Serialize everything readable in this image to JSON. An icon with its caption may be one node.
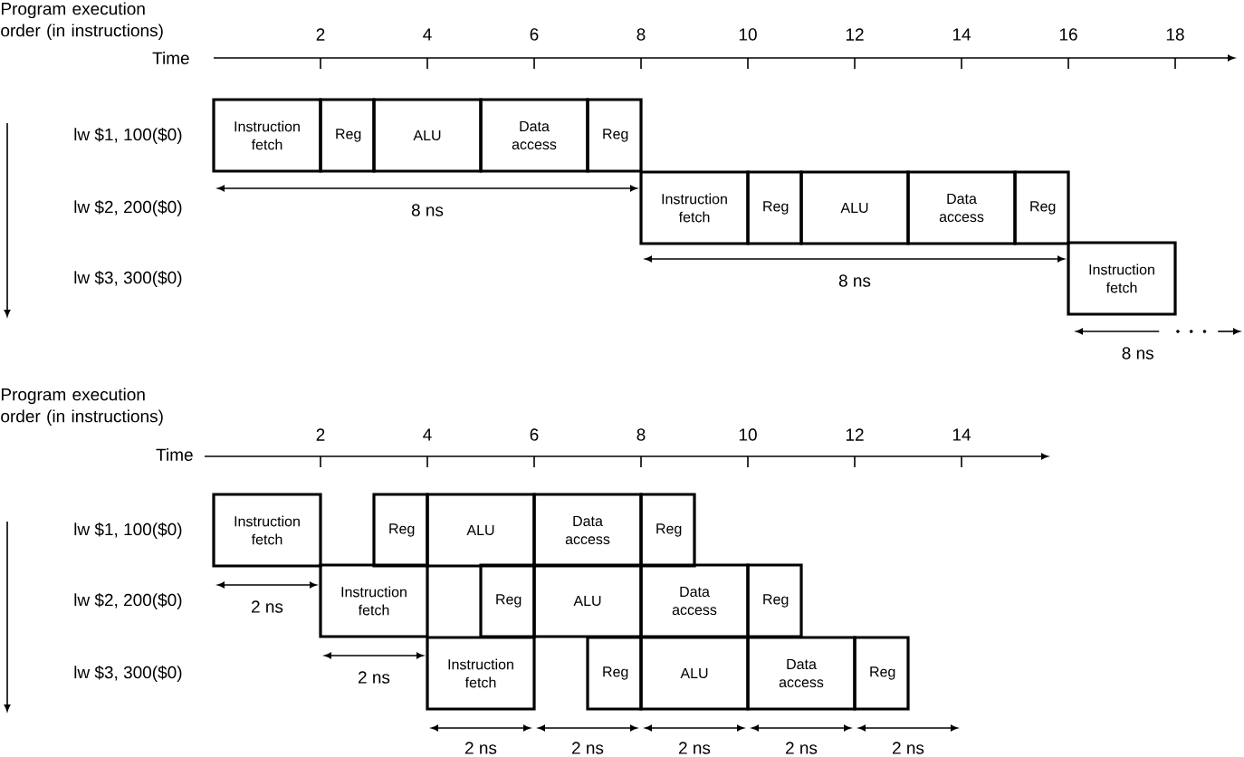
{
  "diagram": {
    "nodes": [
      {
        "text": [
          "Instruction fetch"
        ]
      },
      {
        "text": [
          "Reg"
        ]
      },
      {
        "text": [
          "ALU"
        ]
      },
      {
        "text": [
          "Data access"
        ]
      },
      {
        "text": [
          "Reg"
        ]
      },
      {
        "text": [
          "Instruction fetch"
        ]
      },
      {
        "text": [
          "Reg"
        ]
      },
      {
        "text": [
          "ALU"
        ]
      },
      {
        "text": [
          "Data access"
        ]
      },
      {
        "text": [
          "Reg"
        ]
      },
      {
        "text": [
          "Instruction fetch"
        ]
      },
      {
        "text": [
          "Instruction fetch"
        ]
      },
      {
        "text": [
          "Reg"
        ]
      },
      {
        "text": [
          "ALU"
        ]
      },
      {
        "text": [
          "Data access"
        ]
      },
      {
        "text": [
          "Reg"
        ]
      },
      {
        "text": [
          "Instruction fetch"
        ]
      },
      {
        "text": [
          "Reg"
        ]
      },
      {
        "text": [
          "ALU"
        ]
      },
      {
        "text": [
          "Data access"
        ]
      },
      {
        "text": [
          "Reg"
        ]
      },
      {
        "text": [
          "Instruction fetch"
        ]
      },
      {
        "text": [
          "Reg"
        ]
      },
      {
        "text": [
          "ALU"
        ]
      },
      {
        "text": [
          "Data access"
        ]
      },
      {
        "text": [
          "Reg"
        ]
      }
    ],
    "labels": [
      "Program execution order (in instructions)",
      "Time",
      "2",
      "4",
      "6",
      "8",
      "10",
      "12",
      "14",
      "16",
      "18",
      "lw $1, 100($0)",
      "lw $2, 200($0)",
      "lw $3, 300($0)",
      "8 ns",
      "8 ns",
      "8 ns",
      "Program execution order (in instructions)",
      "Time",
      "2",
      "4",
      "6",
      "8",
      "10",
      "12",
      "14",
      "lw $1, 100($0)",
      "lw $2, 200($0)",
      "lw $3, 300($0)",
      "2 ns",
      "2 ns",
      "2 ns",
      "2 ns",
      "2 ns",
      "2 ns",
      "2 ns"
    ]
  }
}
